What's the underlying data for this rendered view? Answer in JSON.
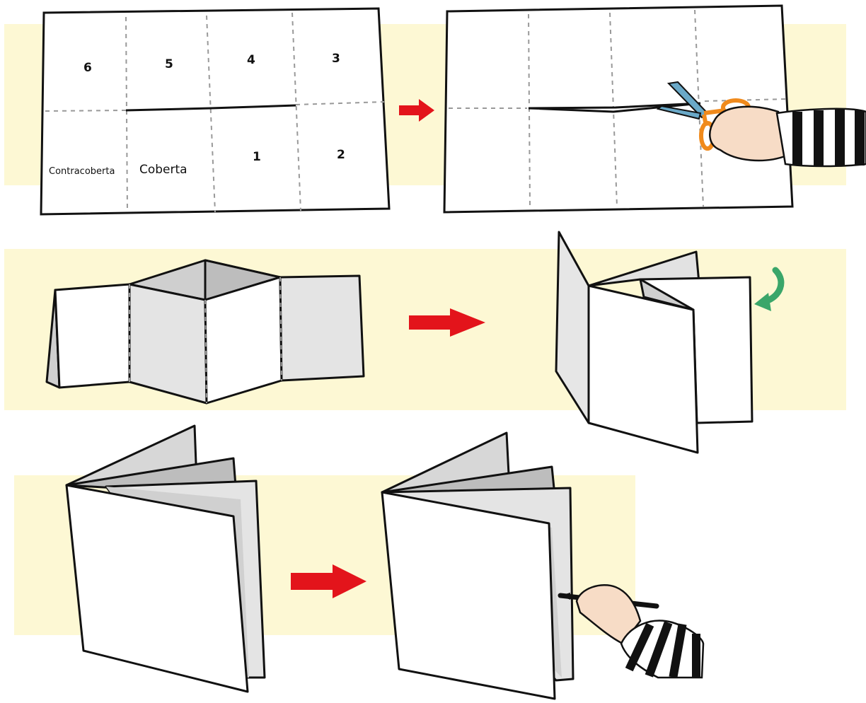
{
  "sheet": {
    "page_numbers": [
      "6",
      "5",
      "4",
      "3",
      "1",
      "2"
    ],
    "back_cover_label": "Contracoberta",
    "front_cover_label": "Coberta"
  },
  "colors": {
    "band": "#fdf8d4",
    "arrow_red": "#e3141b",
    "curved_arrow_green": "#3aa66a",
    "outline": "#111111",
    "shade_light": "#e6e6e6",
    "shade_mid": "#cfcfcf",
    "scissors_blade": "#6aa9c8",
    "scissors_handle": "#f08a1c",
    "skin": "#f7dcc6",
    "sleeve_stripe": "#111111"
  },
  "icons": [
    "scissors-icon",
    "hand-with-scissors-icon",
    "hand-with-pen-icon",
    "pen-icon",
    "curved-arrow-icon",
    "right-arrow-icon"
  ]
}
